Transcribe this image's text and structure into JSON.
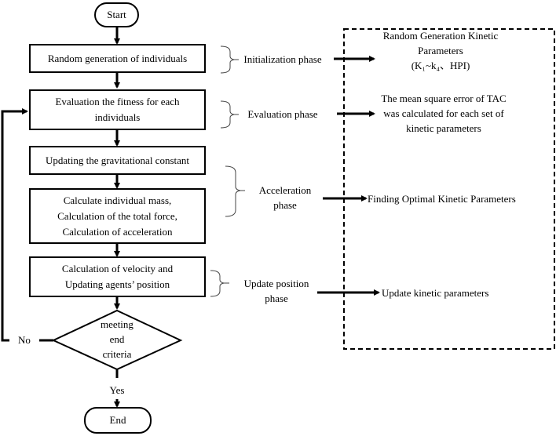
{
  "flowchart": {
    "start": "Start",
    "end": "End",
    "steps": [
      "Random generation of individuals",
      "Evaluation the fitness for each\nindividuals",
      "Updating the gravitational constant",
      "Calculate individual mass,\nCalculation of the total force,\nCalculation of acceleration",
      "Calculation of velocity and\nUpdating agents’ position"
    ],
    "decision": "meeting\nend\ncriteria",
    "yes_label": "Yes",
    "no_label": "No"
  },
  "phases": [
    "Initialization phase",
    "Evaluation phase",
    "Acceleration\nphase",
    "Update position\nphase"
  ],
  "details": [
    "Random Generation Kinetic\nParameters\n(K₁~k₄、HPI)",
    "The mean square error of TAC\nwas calculated for each set of\nkinetic parameters",
    "Finding Optimal Kinetic Parameters",
    "Update kinetic parameters"
  ]
}
